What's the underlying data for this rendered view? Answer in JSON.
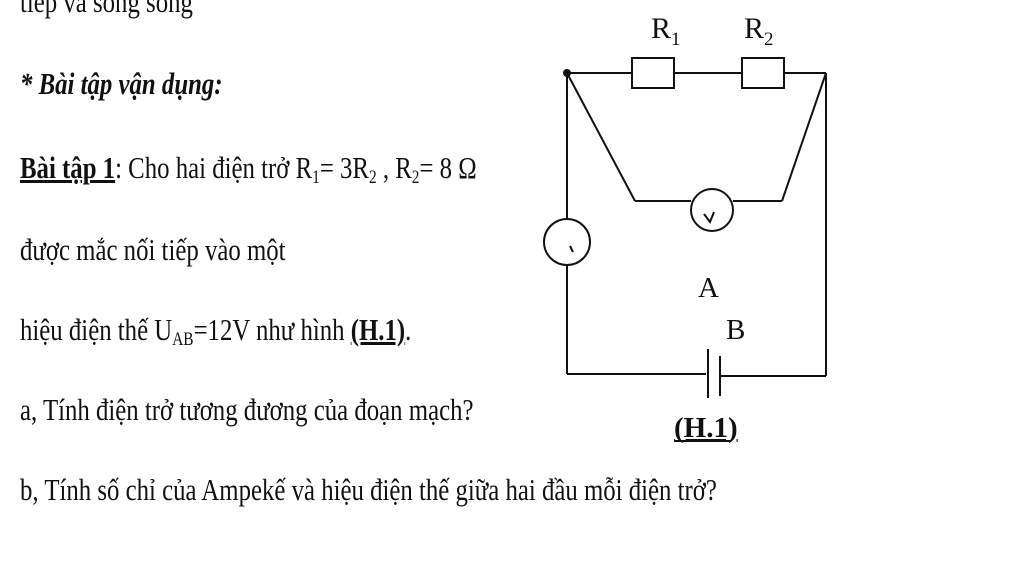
{
  "doc": {
    "cut_line": "tiếp và song song",
    "heading": "* Bài tập vận dụng:",
    "ex_label": "Bài tập 1",
    "ex_text_a": ": Cho hai điện trở R",
    "sub1": "1",
    "ex_text_b": "= 3R",
    "sub2": "2",
    "ex_text_c": " , R",
    "sub3": "2",
    "ex_text_d": "= 8 Ω",
    "line2": "được mắc nối tiếp vào một",
    "line3_a": "hiệu điện thế U",
    "line3_sub": "AB",
    "line3_b": "=12V như hình ",
    "line3_ref": "(H.1)",
    "line3_end": ".",
    "q_a": "a, Tính điện trở tương đương của đoạn mạch?",
    "q_b": "b, Tính số chỉ của Ampekế và hiệu điện thế giữa hai đầu mỗi điện trở?"
  },
  "circuit": {
    "r1_label": "R",
    "r1_sub": "1",
    "r2_label": "R",
    "r2_sub": "2",
    "terminal_a": "A",
    "terminal_b": "B",
    "figure_label": "(H.1)"
  }
}
